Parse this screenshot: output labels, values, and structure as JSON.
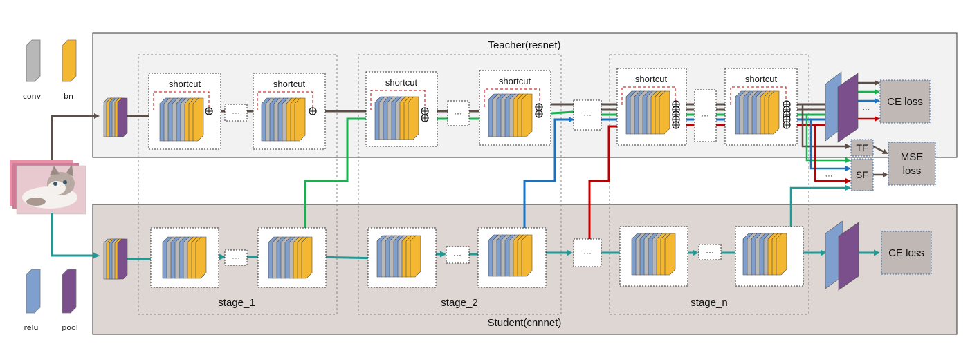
{
  "teacher": {
    "title": "Teacher(resnet)"
  },
  "student": {
    "title": "Student(cnnnet)"
  },
  "legend": {
    "conv": "conv",
    "bn": "bn",
    "relu": "relu",
    "pool": "pool"
  },
  "blocks": {
    "shortcut": "shortcut",
    "ellipsis": "···"
  },
  "stages": [
    "stage_1",
    "stage_2",
    "stage_n"
  ],
  "losses": {
    "teacher_ce": "CE loss",
    "student_ce": "CE loss",
    "tf": "TF",
    "sf": "SF",
    "mse_line1": "MSE",
    "mse_line2": "loss"
  },
  "colors": {
    "conv": "#b8b8b8",
    "bn": "#f4b731",
    "relu": "#7f9fcf",
    "pool": "#7b4e8c",
    "teacher_line": "#5b4e48",
    "student_line": "#1f9a96",
    "green": "#19b050",
    "blue": "#1b72c0",
    "red": "#c00000",
    "loss_box": "#c0b8b4",
    "student_bg": "#ddd6d2",
    "teacher_bg": "#f2f2f2"
  }
}
